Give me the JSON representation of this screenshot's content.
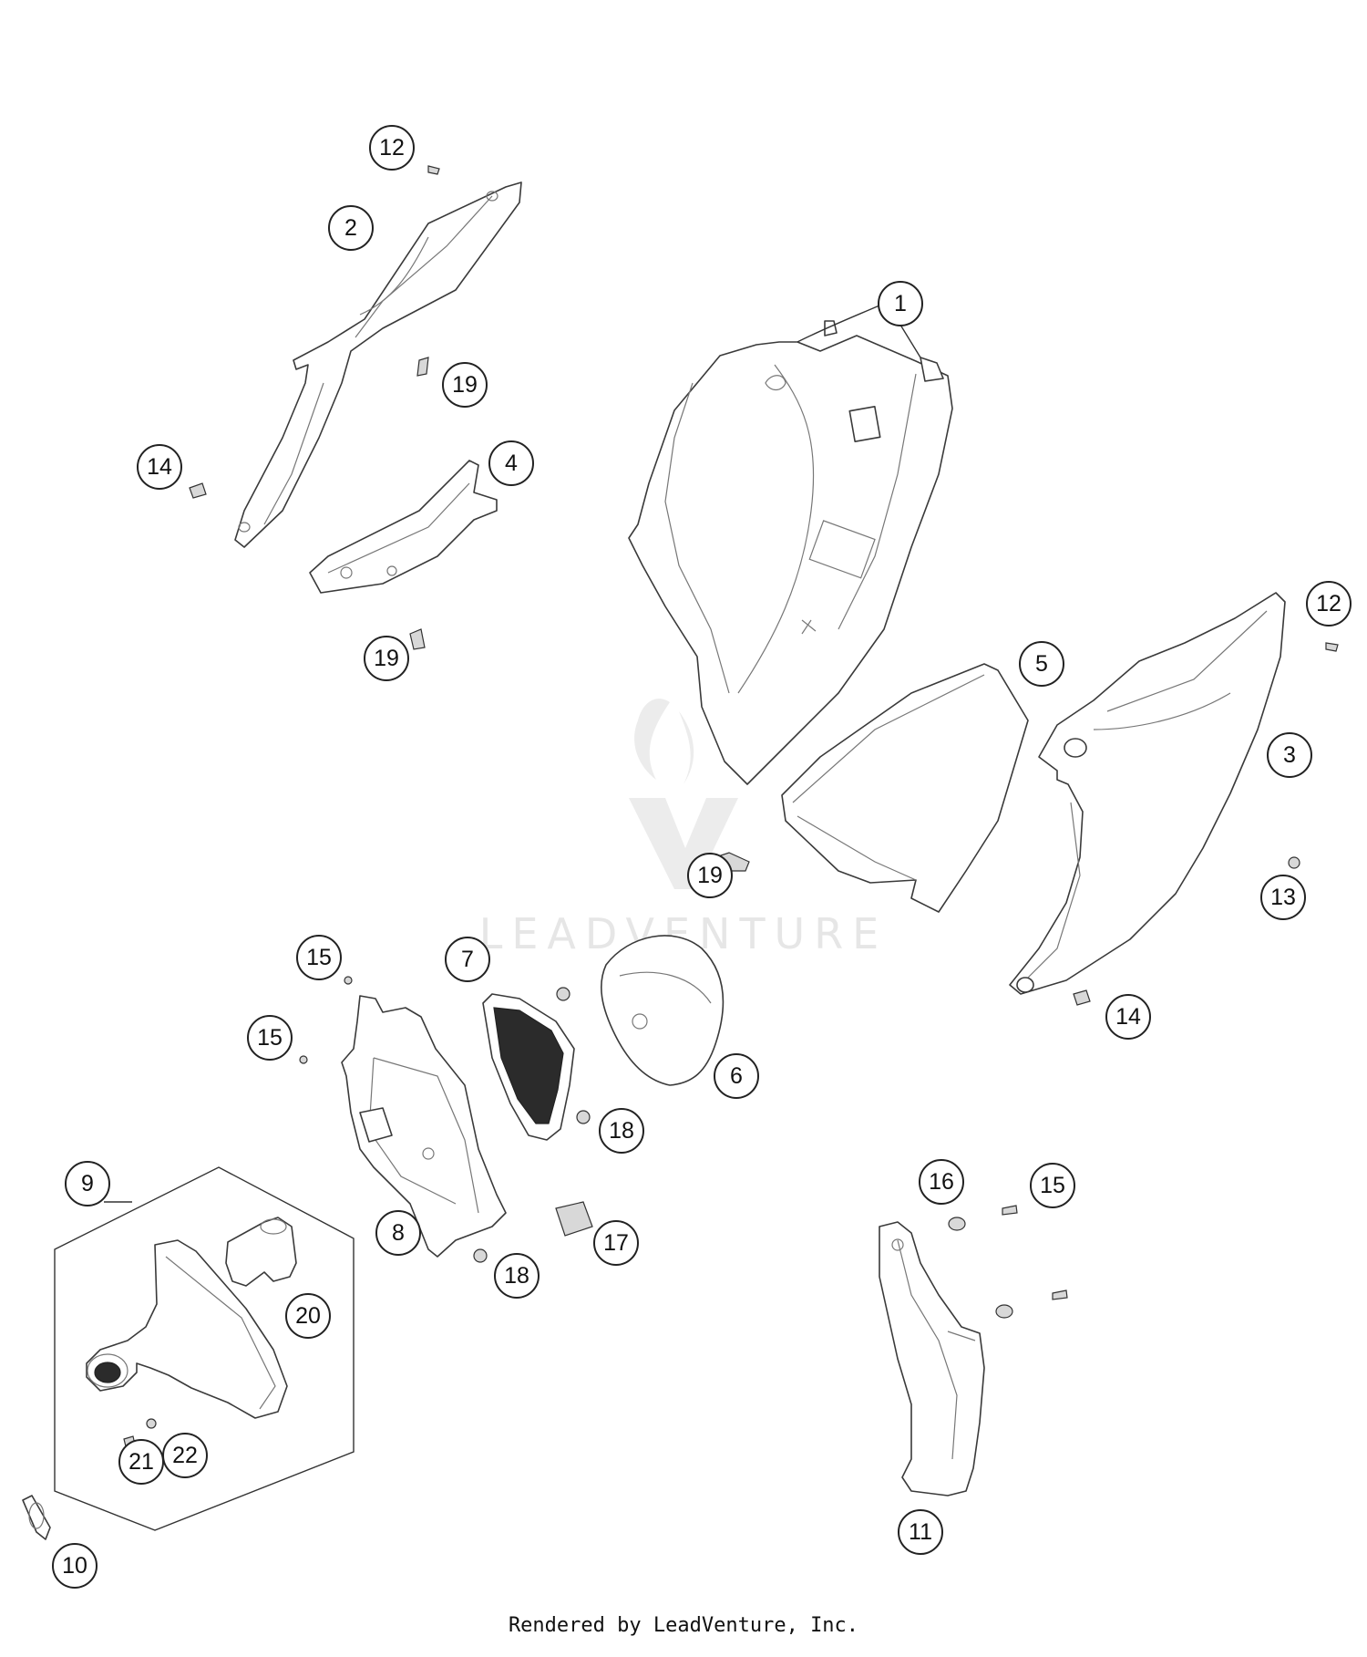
{
  "callouts": [
    {
      "id": "c1",
      "label": "1"
    },
    {
      "id": "c2",
      "label": "2"
    },
    {
      "id": "c3",
      "label": "3"
    },
    {
      "id": "c4",
      "label": "4"
    },
    {
      "id": "c5",
      "label": "5"
    },
    {
      "id": "c6",
      "label": "6"
    },
    {
      "id": "c7",
      "label": "7"
    },
    {
      "id": "c8",
      "label": "8"
    },
    {
      "id": "c9",
      "label": "9"
    },
    {
      "id": "c10",
      "label": "10"
    },
    {
      "id": "c11",
      "label": "11"
    },
    {
      "id": "c12a",
      "label": "12"
    },
    {
      "id": "c12b",
      "label": "12"
    },
    {
      "id": "c13",
      "label": "13"
    },
    {
      "id": "c14a",
      "label": "14"
    },
    {
      "id": "c14b",
      "label": "14"
    },
    {
      "id": "c15a",
      "label": "15"
    },
    {
      "id": "c15b",
      "label": "15"
    },
    {
      "id": "c15c",
      "label": "15"
    },
    {
      "id": "c16",
      "label": "16"
    },
    {
      "id": "c17",
      "label": "17"
    },
    {
      "id": "c18a",
      "label": "18"
    },
    {
      "id": "c18b",
      "label": "18"
    },
    {
      "id": "c19a",
      "label": "19"
    },
    {
      "id": "c19b",
      "label": "19"
    },
    {
      "id": "c19c",
      "label": "19"
    },
    {
      "id": "c20",
      "label": "20"
    },
    {
      "id": "c21",
      "label": "21"
    },
    {
      "id": "c22",
      "label": "22"
    }
  ],
  "watermark": {
    "text": "LEADVENTURE"
  },
  "footer": {
    "text": "Rendered by LeadVenture, Inc."
  }
}
